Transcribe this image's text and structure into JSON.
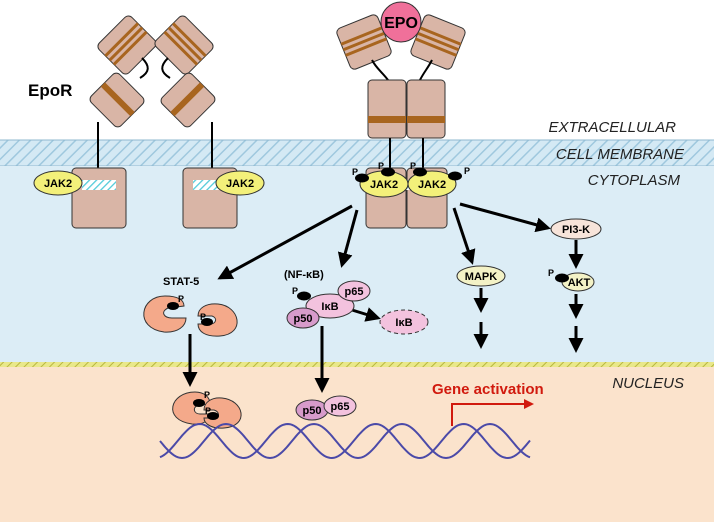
{
  "regions": {
    "extracellular": "EXTRACELLULAR",
    "membrane": "CELL MEMBRANE",
    "cytoplasm": "CYTOPLASM",
    "nucleus": "NUCLEUS"
  },
  "receptor": {
    "name": "EpoR"
  },
  "ligand": {
    "name": "EPO"
  },
  "kinase": {
    "name": "JAK2"
  },
  "phospho": "P",
  "pathways": {
    "stat": "STAT-5",
    "nfkb_label": "(NF-κB)",
    "ikb": "IκB",
    "p65": "p65",
    "p50": "p50",
    "mapk": "MAPK",
    "pi3k": "PI3-K",
    "akt": "AKT"
  },
  "gene_activation": "Gene activation",
  "colors": {
    "extracellular_bg": "#ffffff",
    "membrane_bg": "#cfe6f2",
    "cytoplasm_bg": "#dcedf6",
    "nucleus_bg": "#fbe3cc",
    "receptor": "#d9b5a6",
    "receptor_band": "#a8651f",
    "jak2": "#f3f07a",
    "epo": "#f0709a",
    "stat": "#f4a98a",
    "nfkb_pink": "#f3c2de",
    "nfkb_purple": "#d79bcb",
    "mapk": "#f3f2c6",
    "pi3k": "#f7e4da",
    "dna": "#4b4aa8",
    "gene_arrow": "#d11a0e"
  }
}
